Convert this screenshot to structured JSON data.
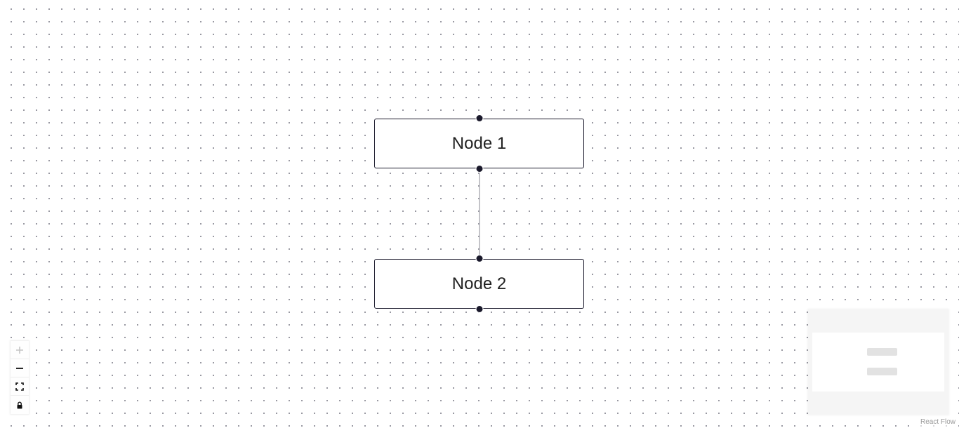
{
  "flow": {
    "nodes": [
      {
        "id": "1",
        "label": "Node 1"
      },
      {
        "id": "2",
        "label": "Node 2"
      }
    ],
    "edges": [
      {
        "source": "1",
        "target": "2"
      }
    ]
  },
  "controls": {
    "zoom_in_icon": "plus-icon",
    "zoom_out_icon": "minus-icon",
    "fit_view_icon": "fit-view-icon",
    "lock_icon": "lock-icon"
  },
  "attribution": {
    "label": "React Flow"
  },
  "colors": {
    "node_border": "#1a192b",
    "handle": "#1a192b",
    "edge": "#b1b1b7",
    "dot_grid": "#91919a",
    "minimap_bg": "#f5f5f5",
    "minimap_node": "#e2e2e2"
  }
}
